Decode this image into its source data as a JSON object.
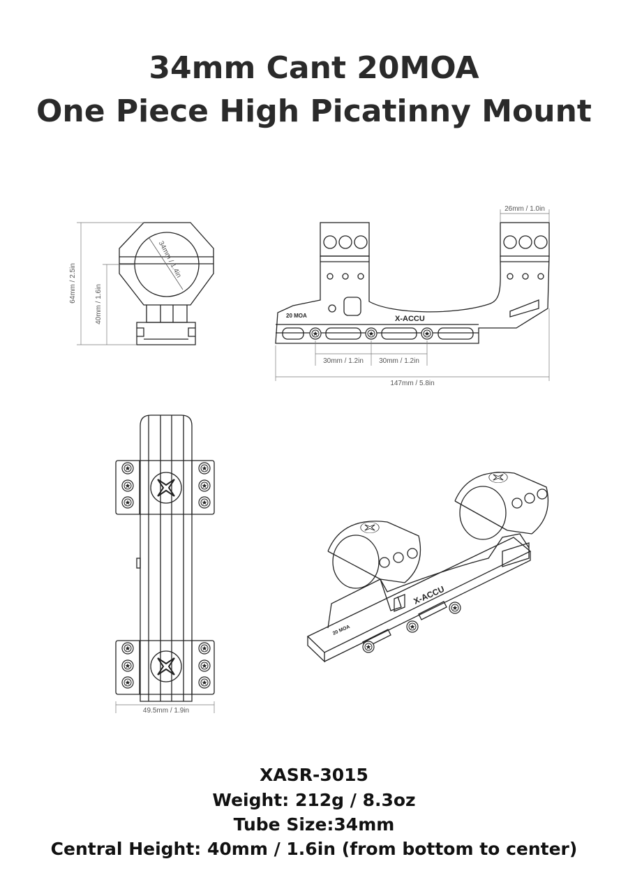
{
  "title": {
    "line1": "34mm Cant 20MOA",
    "line2": "One Piece High Picatinny Mount"
  },
  "dimensions": {
    "overall_height": "64mm / 2.5in",
    "center_height": "40mm / 1.6in",
    "tube_diameter": "34mm / 1.4in",
    "ring_width": "26mm / 1.0in",
    "spacing_left": "30mm / 1.2in",
    "spacing_right": "30mm / 1.2in",
    "overall_length": "147mm / 5.8in",
    "base_width": "49.5mm / 1.9in"
  },
  "markings": {
    "cant": "20 MOA",
    "brand": "X-ACCU"
  },
  "specs": {
    "model": "XASR-3015",
    "weight": "Weight: 212g / 8.3oz",
    "tube_size": "Tube Size:34mm",
    "central_height": "Central Height: 40mm / 1.6in (from bottom to center)"
  }
}
